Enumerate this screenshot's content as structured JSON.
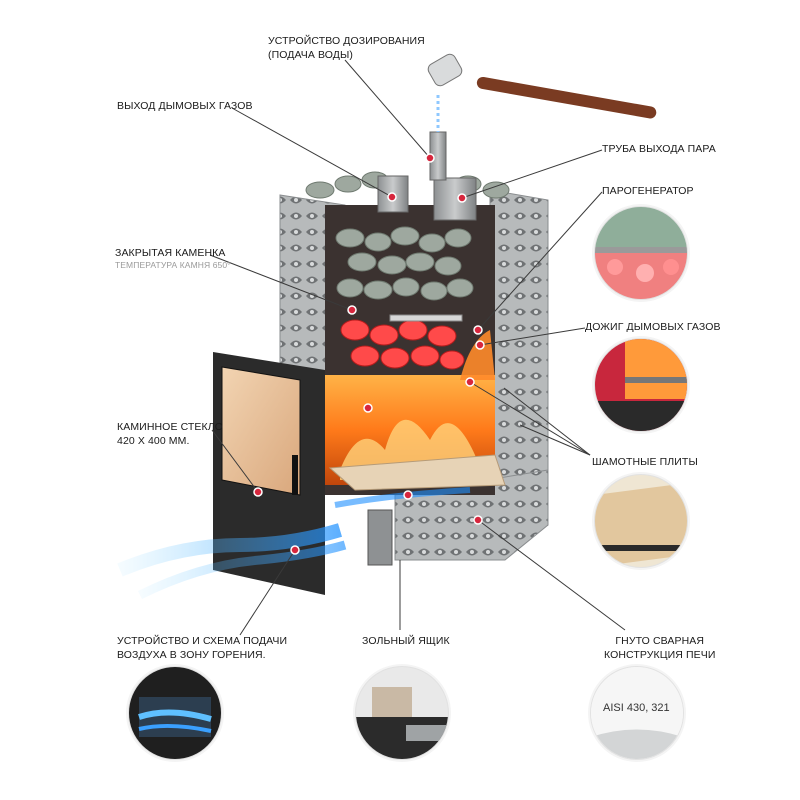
{
  "labels": {
    "dosing": [
      "Устройство дозирования",
      "(подача воды)"
    ],
    "flue_outlet": "Выход дымовых газов",
    "steam_pipe": "Труба выхода пара",
    "steam_generator": "Парогенератор",
    "closed_heater": "Закрытая каменка",
    "stone_temp": "Температура камня 650°",
    "afterburn": "Дожиг дымовых газов",
    "fireplace_glass": [
      "Каминное стекло",
      "420 х 400 мм."
    ],
    "chamotte": "Шамотные плиты",
    "air_supply": [
      "Устройство и схема подачи",
      "воздуха в зону горения."
    ],
    "ash_box": "Зольный ящик",
    "construction": [
      "Гнуто сварная",
      "конструкция печи"
    ]
  },
  "thumbnails": {
    "steel_grade": "AISI 430, 321"
  },
  "colors": {
    "leader_line": "#3a3a3a",
    "marker": "#d7263d",
    "fire": "#ff7a1a",
    "steel": "#a9acae"
  },
  "icons": [
    "ladle-icon",
    "marker-dot-icon"
  ]
}
